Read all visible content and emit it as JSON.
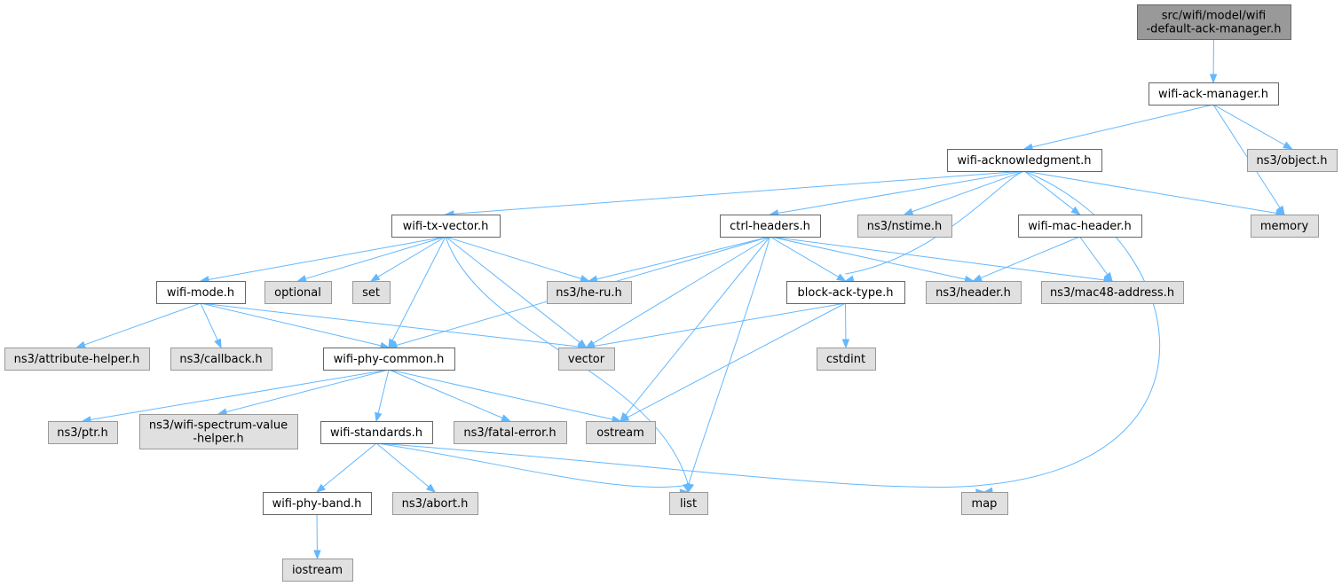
{
  "colors": {
    "edge": "#63b8ff",
    "root_fill": "#999999",
    "local_fill": "#ffffff",
    "system_fill": "#e0e0e0",
    "border_dark": "#666666",
    "border_light": "#999999"
  },
  "nodes": [
    {
      "id": "root",
      "kind": "root",
      "lines": [
        "src/wifi/model/wifi",
        "-default-ack-manager.h"
      ]
    },
    {
      "id": "ackmgr",
      "kind": "local",
      "lines": [
        "wifi-ack-manager.h"
      ]
    },
    {
      "id": "object",
      "kind": "system",
      "lines": [
        "ns3/object.h"
      ]
    },
    {
      "id": "ackn",
      "kind": "local",
      "lines": [
        "wifi-acknowledgment.h"
      ]
    },
    {
      "id": "memory",
      "kind": "system",
      "lines": [
        "memory"
      ]
    },
    {
      "id": "txvec",
      "kind": "local",
      "lines": [
        "wifi-tx-vector.h"
      ]
    },
    {
      "id": "ctrl",
      "kind": "local",
      "lines": [
        "ctrl-headers.h"
      ]
    },
    {
      "id": "nstime",
      "kind": "system",
      "lines": [
        "ns3/nstime.h"
      ]
    },
    {
      "id": "machdr",
      "kind": "local",
      "lines": [
        "wifi-mac-header.h"
      ]
    },
    {
      "id": "wmode",
      "kind": "local",
      "lines": [
        "wifi-mode.h"
      ]
    },
    {
      "id": "optional",
      "kind": "system",
      "lines": [
        "optional"
      ]
    },
    {
      "id": "set",
      "kind": "system",
      "lines": [
        "set"
      ]
    },
    {
      "id": "heru",
      "kind": "system",
      "lines": [
        "ns3/he-ru.h"
      ]
    },
    {
      "id": "bat",
      "kind": "local",
      "lines": [
        "block-ack-type.h"
      ]
    },
    {
      "id": "header",
      "kind": "system",
      "lines": [
        "ns3/header.h"
      ]
    },
    {
      "id": "mac48",
      "kind": "system",
      "lines": [
        "ns3/mac48-address.h"
      ]
    },
    {
      "id": "attrh",
      "kind": "system",
      "lines": [
        "ns3/attribute-helper.h"
      ]
    },
    {
      "id": "callback",
      "kind": "system",
      "lines": [
        "ns3/callback.h"
      ]
    },
    {
      "id": "phycommon",
      "kind": "local",
      "lines": [
        "wifi-phy-common.h"
      ]
    },
    {
      "id": "vector",
      "kind": "system",
      "lines": [
        "vector"
      ]
    },
    {
      "id": "cstdint",
      "kind": "system",
      "lines": [
        "cstdint"
      ]
    },
    {
      "id": "ptr",
      "kind": "system",
      "lines": [
        "ns3/ptr.h"
      ]
    },
    {
      "id": "specval",
      "kind": "system",
      "lines": [
        "ns3/wifi-spectrum-value",
        "-helper.h"
      ]
    },
    {
      "id": "wstd",
      "kind": "local",
      "lines": [
        "wifi-standards.h"
      ]
    },
    {
      "id": "fatal",
      "kind": "system",
      "lines": [
        "ns3/fatal-error.h"
      ]
    },
    {
      "id": "ostream",
      "kind": "system",
      "lines": [
        "ostream"
      ]
    },
    {
      "id": "phyband",
      "kind": "local",
      "lines": [
        "wifi-phy-band.h"
      ]
    },
    {
      "id": "abort",
      "kind": "system",
      "lines": [
        "ns3/abort.h"
      ]
    },
    {
      "id": "list",
      "kind": "system",
      "lines": [
        "list"
      ]
    },
    {
      "id": "map",
      "kind": "system",
      "lines": [
        "map"
      ]
    },
    {
      "id": "iostream",
      "kind": "system",
      "lines": [
        "iostream"
      ]
    }
  ],
  "edges": [
    [
      "root",
      "ackmgr"
    ],
    [
      "ackmgr",
      "object"
    ],
    [
      "ackmgr",
      "ackn"
    ],
    [
      "ackmgr",
      "memory"
    ],
    [
      "ackn",
      "txvec"
    ],
    [
      "ackn",
      "ctrl"
    ],
    [
      "ackn",
      "nstime"
    ],
    [
      "ackn",
      "machdr"
    ],
    [
      "ackn",
      "bat"
    ],
    [
      "ackn",
      "memory"
    ],
    [
      "ackn",
      "map"
    ],
    [
      "txvec",
      "wmode"
    ],
    [
      "txvec",
      "optional"
    ],
    [
      "txvec",
      "set"
    ],
    [
      "txvec",
      "heru"
    ],
    [
      "txvec",
      "phycommon"
    ],
    [
      "txvec",
      "vector"
    ],
    [
      "txvec",
      "list"
    ],
    [
      "ctrl",
      "heru"
    ],
    [
      "ctrl",
      "phycommon"
    ],
    [
      "ctrl",
      "vector"
    ],
    [
      "ctrl",
      "bat"
    ],
    [
      "ctrl",
      "header"
    ],
    [
      "ctrl",
      "mac48"
    ],
    [
      "ctrl",
      "list"
    ],
    [
      "ctrl",
      "ostream"
    ],
    [
      "machdr",
      "header"
    ],
    [
      "machdr",
      "mac48"
    ],
    [
      "wmode",
      "attrh"
    ],
    [
      "wmode",
      "callback"
    ],
    [
      "wmode",
      "phycommon"
    ],
    [
      "wmode",
      "vector"
    ],
    [
      "bat",
      "vector"
    ],
    [
      "bat",
      "cstdint"
    ],
    [
      "bat",
      "ostream"
    ],
    [
      "phycommon",
      "ptr"
    ],
    [
      "phycommon",
      "specval"
    ],
    [
      "phycommon",
      "wstd"
    ],
    [
      "phycommon",
      "fatal"
    ],
    [
      "phycommon",
      "ostream"
    ],
    [
      "wstd",
      "phyband"
    ],
    [
      "wstd",
      "abort"
    ],
    [
      "wstd",
      "list"
    ],
    [
      "wstd",
      "map"
    ],
    [
      "phyband",
      "iostream"
    ]
  ]
}
